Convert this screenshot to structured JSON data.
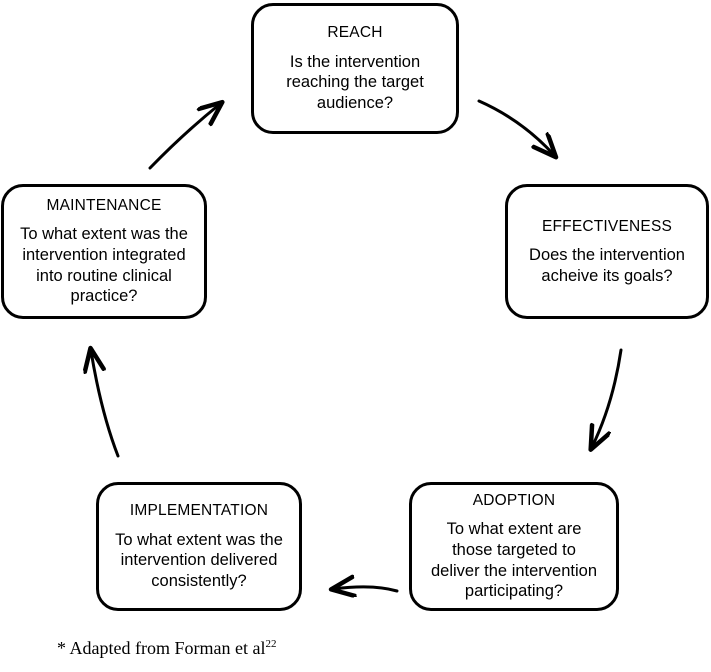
{
  "diagram": {
    "type": "cycle-flow-diagram",
    "stroke_color": "#000000",
    "background_color": "#ffffff",
    "nodes": [
      {
        "id": "reach",
        "title": "REACH",
        "body_lines": [
          "Is the intervention",
          "reaching the target",
          "audience?"
        ],
        "position": "top-center"
      },
      {
        "id": "effectiveness",
        "title": "EFFECTIVENESS",
        "body_lines": [
          "Does the intervention",
          "acheive its goals?"
        ],
        "position": "right"
      },
      {
        "id": "adoption",
        "title": "ADOPTION",
        "body_lines": [
          "To what extent are",
          "those targeted to",
          "deliver the intervention",
          "participating?"
        ],
        "position": "bottom-right"
      },
      {
        "id": "implementation",
        "title": "IMPLEMENTATION",
        "body_lines": [
          "To what extent was the",
          "intervention delivered",
          "consistently?"
        ],
        "position": "bottom-left"
      },
      {
        "id": "maintenance",
        "title": "MAINTENANCE",
        "body_lines": [
          "To what extent was the",
          "intervention integrated",
          "into routine clinical",
          "practice?"
        ],
        "position": "left"
      }
    ],
    "edges": [
      {
        "id": "reach-to-effectiveness",
        "from": "reach",
        "to": "effectiveness",
        "label": ""
      },
      {
        "id": "effectiveness-to-adoption",
        "from": "effectiveness",
        "to": "adoption",
        "label": ""
      },
      {
        "id": "adoption-to-implementation",
        "from": "adoption",
        "to": "implementation",
        "label": ""
      },
      {
        "id": "implementation-to-maintenance",
        "from": "implementation",
        "to": "maintenance",
        "label": ""
      },
      {
        "id": "maintenance-to-reach",
        "from": "maintenance",
        "to": "reach",
        "label": ""
      }
    ]
  },
  "footnote": {
    "text": "* Adapted from Forman et al",
    "reference": "22"
  }
}
